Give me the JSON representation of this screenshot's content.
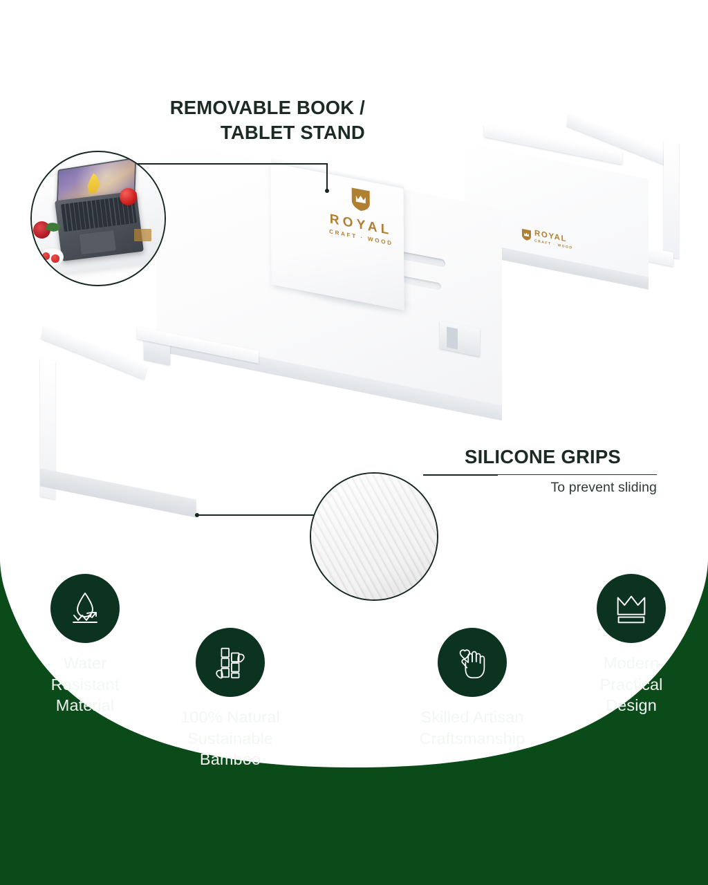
{
  "product": {
    "brand": {
      "name": "ROYAL",
      "tagline": "CRAFT · WOOD",
      "emblem_icon": "crown-shield-icon",
      "color": "#b07f31"
    },
    "body_color": "#ffffff",
    "description": "Extendable white bamboo bathtub caddy tray with removable book stand"
  },
  "callouts": [
    {
      "id": "book-tablet-stand",
      "headline": "REMOVABLE BOOK /\nTABLET STAND",
      "subtext": "",
      "inset_icon": "laptop-on-tray-photo",
      "text_color": "#1b2b23"
    },
    {
      "id": "silicone-grips",
      "headline": "SILICONE GRIPS",
      "subtext": "To prevent sliding",
      "inset_icon": "ribbed-silicone-grip-photo",
      "text_color": "#1b2b23"
    }
  ],
  "features": {
    "background_color": "#0b4a19",
    "badge_color": "#0c3320",
    "text_color": "#f2f7f3",
    "items": [
      {
        "label": "Water\nResistant\nMaterial",
        "icon": "water-droplet-repel-icon"
      },
      {
        "label": "100% Natural\nSustainable\nBamboo",
        "icon": "bamboo-stalks-icon"
      },
      {
        "label": "Skilled Artisan\nCraftsmanship",
        "icon": "hand-with-heart-icon"
      },
      {
        "label": "Modern\nPractical\nDesign",
        "icon": "crown-icon"
      }
    ]
  }
}
